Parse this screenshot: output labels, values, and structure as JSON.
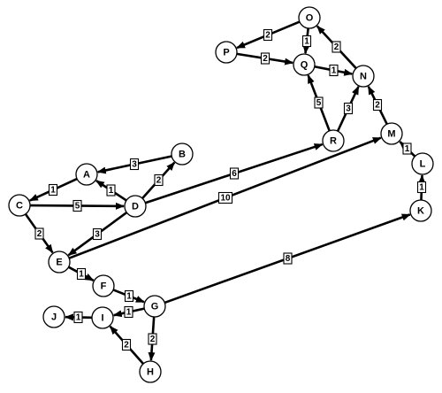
{
  "graph": {
    "directed": true,
    "weighted": true,
    "colors": {
      "stroke": "#000000",
      "node_fill": "#ffffff",
      "background": "#ffffff"
    },
    "nodes": [
      "O",
      "P",
      "Q",
      "N",
      "M",
      "R",
      "B",
      "A",
      "C",
      "D",
      "L",
      "K",
      "E",
      "F",
      "G",
      "J",
      "I",
      "H"
    ],
    "edges": [
      {
        "from": "O",
        "to": "P",
        "weight": "2"
      },
      {
        "from": "P",
        "to": "Q",
        "weight": "2"
      },
      {
        "from": "O",
        "to": "Q",
        "weight": "1"
      },
      {
        "from": "Q",
        "to": "N",
        "weight": "1"
      },
      {
        "from": "N",
        "to": "O",
        "weight": "2"
      },
      {
        "from": "R",
        "to": "Q",
        "weight": "5"
      },
      {
        "from": "R",
        "to": "N",
        "weight": "3"
      },
      {
        "from": "M",
        "to": "N",
        "weight": "2"
      },
      {
        "from": "L",
        "to": "M",
        "weight": "1"
      },
      {
        "from": "K",
        "to": "L",
        "weight": "1"
      },
      {
        "from": "B",
        "to": "A",
        "weight": "3"
      },
      {
        "from": "A",
        "to": "C",
        "weight": "1"
      },
      {
        "from": "D",
        "to": "A",
        "weight": "1"
      },
      {
        "from": "D",
        "to": "B",
        "weight": "2"
      },
      {
        "from": "C",
        "to": "D",
        "weight": "5"
      },
      {
        "from": "D",
        "to": "R",
        "weight": "6"
      },
      {
        "from": "E",
        "to": "M",
        "weight": "10"
      },
      {
        "from": "C",
        "to": "E",
        "weight": "2"
      },
      {
        "from": "D",
        "to": "E",
        "weight": "3"
      },
      {
        "from": "E",
        "to": "F",
        "weight": "1"
      },
      {
        "from": "F",
        "to": "G",
        "weight": "1"
      },
      {
        "from": "G",
        "to": "K",
        "weight": "8"
      },
      {
        "from": "G",
        "to": "I",
        "weight": "1"
      },
      {
        "from": "I",
        "to": "J",
        "weight": "1"
      },
      {
        "from": "G",
        "to": "H",
        "weight": "2"
      },
      {
        "from": "H",
        "to": "I",
        "weight": "2"
      }
    ]
  }
}
